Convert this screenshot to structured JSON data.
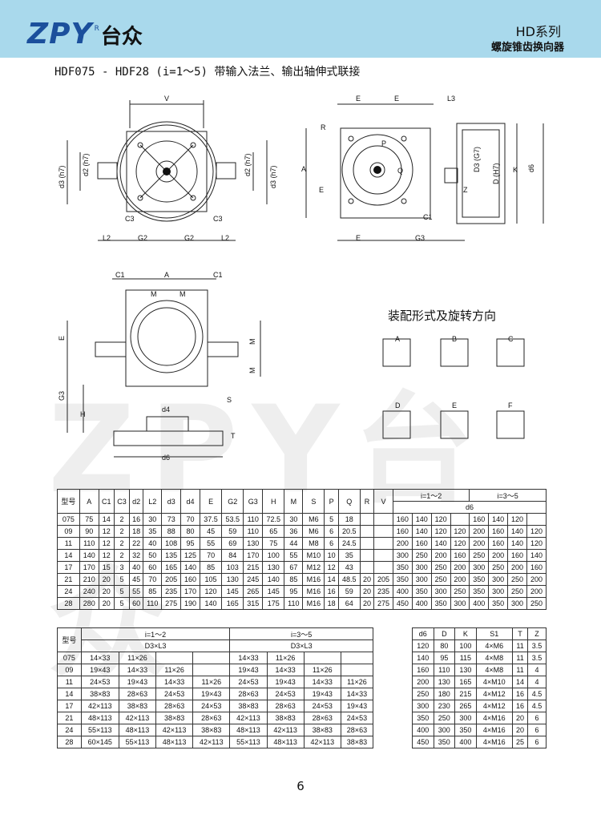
{
  "header": {
    "logo_en": "ZPY",
    "logo_r": "R",
    "logo_cn": "台众",
    "series": "HD系列",
    "subtitle": "螺旋锥齿换向器"
  },
  "title": "HDF075 - HDF28 (i=1～5) 带输入法兰、输出轴伸式联接",
  "watermark": "ZPY台众",
  "assembly_title": "装配形式及旋转方向",
  "assembly_labels": [
    "A",
    "B",
    "C",
    "D",
    "E",
    "F"
  ],
  "dim_labels": {
    "front": [
      "V",
      "d2 (h7)",
      "d3 (h7)",
      "d2 (h7)",
      "d3 (h7)",
      "C3",
      "C3",
      "L2",
      "G2",
      "G2",
      "L2"
    ],
    "side": [
      "E",
      "E",
      "L3",
      "R",
      "A",
      "E",
      "P",
      "Q",
      "D3 (G7)",
      "D (H7)",
      "K",
      "d6",
      "Z",
      "C1",
      "E",
      "G3"
    ],
    "top": [
      "C1",
      "A",
      "C1",
      "M",
      "M",
      "E",
      "M",
      "M",
      "G3",
      "H",
      "d4",
      "S",
      "T",
      "d6"
    ]
  },
  "table1": {
    "header_row1": [
      "型号",
      "A",
      "C1",
      "C3",
      "d2",
      "L2",
      "d3",
      "d4",
      "E",
      "G2",
      "G3",
      "H",
      "M",
      "S",
      "P",
      "Q",
      "R",
      "V",
      "i=1～2",
      "i=3～5"
    ],
    "header_row2": "d6",
    "rows": [
      [
        "075",
        "75",
        "14",
        "2",
        "16",
        "30",
        "73",
        "70",
        "37.5",
        "53.5",
        "110",
        "72.5",
        "30",
        "M6",
        "5",
        "18",
        "",
        "",
        "160",
        "140",
        "120",
        "",
        "160",
        "140",
        "120",
        ""
      ],
      [
        "09",
        "90",
        "12",
        "2",
        "18",
        "35",
        "88",
        "80",
        "45",
        "59",
        "110",
        "65",
        "36",
        "M6",
        "6",
        "20.5",
        "",
        "",
        "160",
        "140",
        "120",
        "120",
        "200",
        "160",
        "140",
        "120"
      ],
      [
        "11",
        "110",
        "12",
        "2",
        "22",
        "40",
        "108",
        "95",
        "55",
        "69",
        "130",
        "75",
        "44",
        "M8",
        "6",
        "24.5",
        "",
        "",
        "200",
        "160",
        "140",
        "120",
        "200",
        "160",
        "140",
        "120"
      ],
      [
        "14",
        "140",
        "12",
        "2",
        "32",
        "50",
        "135",
        "125",
        "70",
        "84",
        "170",
        "100",
        "55",
        "M10",
        "10",
        "35",
        "",
        "",
        "300",
        "250",
        "200",
        "160",
        "250",
        "200",
        "160",
        "140"
      ],
      [
        "17",
        "170",
        "15",
        "3",
        "40",
        "60",
        "165",
        "140",
        "85",
        "103",
        "215",
        "130",
        "67",
        "M12",
        "12",
        "43",
        "",
        "",
        "350",
        "300",
        "250",
        "200",
        "300",
        "250",
        "200",
        "160"
      ],
      [
        "21",
        "210",
        "20",
        "5",
        "45",
        "70",
        "205",
        "160",
        "105",
        "130",
        "245",
        "140",
        "85",
        "M16",
        "14",
        "48.5",
        "20",
        "205",
        "350",
        "300",
        "250",
        "200",
        "350",
        "300",
        "250",
        "200"
      ],
      [
        "24",
        "240",
        "20",
        "5",
        "55",
        "85",
        "235",
        "170",
        "120",
        "145",
        "265",
        "145",
        "95",
        "M16",
        "16",
        "59",
        "20",
        "235",
        "400",
        "350",
        "300",
        "250",
        "350",
        "300",
        "250",
        "200"
      ],
      [
        "28",
        "280",
        "20",
        "5",
        "60",
        "110",
        "275",
        "190",
        "140",
        "165",
        "315",
        "175",
        "110",
        "M16",
        "18",
        "64",
        "20",
        "275",
        "450",
        "400",
        "350",
        "300",
        "400",
        "350",
        "300",
        "250"
      ]
    ]
  },
  "table2": {
    "header_row1": [
      "型号",
      "i=1～2",
      "i=3～5"
    ],
    "header_row2": [
      "D3×L3",
      "D3×L3"
    ],
    "rows": [
      [
        "075",
        "14×33",
        "11×26",
        "",
        "",
        "14×33",
        "11×26",
        "",
        ""
      ],
      [
        "09",
        "19×43",
        "14×33",
        "11×26",
        "",
        "19×43",
        "14×33",
        "11×26",
        ""
      ],
      [
        "11",
        "24×53",
        "19×43",
        "14×33",
        "11×26",
        "24×53",
        "19×43",
        "14×33",
        "11×26"
      ],
      [
        "14",
        "38×83",
        "28×63",
        "24×53",
        "19×43",
        "28×63",
        "24×53",
        "19×43",
        "14×33"
      ],
      [
        "17",
        "42×113",
        "38×83",
        "28×63",
        "24×53",
        "38×83",
        "28×63",
        "24×53",
        "19×43"
      ],
      [
        "21",
        "48×113",
        "42×113",
        "38×83",
        "28×63",
        "42×113",
        "38×83",
        "28×63",
        "24×53"
      ],
      [
        "24",
        "55×113",
        "48×113",
        "42×113",
        "38×83",
        "48×113",
        "42×113",
        "38×83",
        "28×63"
      ],
      [
        "28",
        "60×145",
        "55×113",
        "48×113",
        "42×113",
        "55×113",
        "48×113",
        "42×113",
        "38×83"
      ]
    ]
  },
  "table3": {
    "header": [
      "d6",
      "D",
      "K",
      "S1",
      "T",
      "Z"
    ],
    "rows": [
      [
        "120",
        "80",
        "100",
        "4×M6",
        "11",
        "3.5"
      ],
      [
        "140",
        "95",
        "115",
        "4×M8",
        "11",
        "3.5"
      ],
      [
        "160",
        "110",
        "130",
        "4×M8",
        "11",
        "4"
      ],
      [
        "200",
        "130",
        "165",
        "4×M10",
        "14",
        "4"
      ],
      [
        "250",
        "180",
        "215",
        "4×M12",
        "16",
        "4.5"
      ],
      [
        "300",
        "230",
        "265",
        "4×M12",
        "16",
        "4.5"
      ],
      [
        "350",
        "250",
        "300",
        "4×M16",
        "20",
        "6"
      ],
      [
        "400",
        "300",
        "350",
        "4×M16",
        "20",
        "6"
      ],
      [
        "450",
        "350",
        "400",
        "4×M16",
        "25",
        "6"
      ]
    ]
  },
  "page_number": "6"
}
